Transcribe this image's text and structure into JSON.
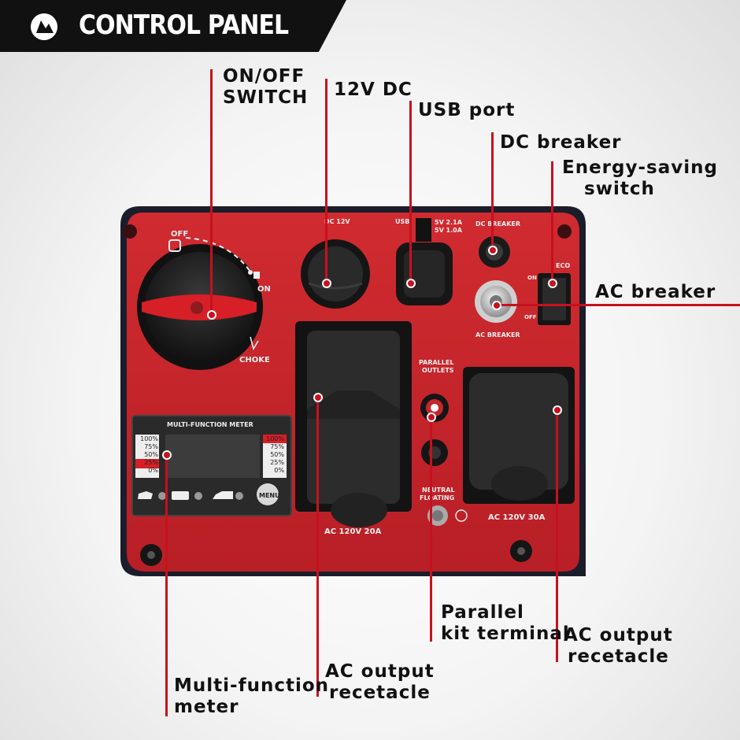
{
  "header": {
    "title": "CONTROL PANEL"
  },
  "callouts": {
    "on_off_switch": [
      "ON/OFF",
      "SWITCH"
    ],
    "dc_12v": "12V DC",
    "usb_port": "USB port",
    "dc_breaker": "DC breaker",
    "energy_saving": [
      "Energy-saving",
      "switch"
    ],
    "ac_breaker": "AC breaker",
    "parallel_kit": [
      "Parallel",
      "kit terminal"
    ],
    "ac_output_right": [
      "AC output",
      "recetacle"
    ],
    "ac_output_left": [
      "AC output",
      "recetacle"
    ],
    "meter": [
      "Multi-function",
      "meter"
    ]
  },
  "panel": {
    "off": "OFF",
    "on": "ON",
    "choke": "CHOKE",
    "dc12v": "DC 12V",
    "usb": "USB",
    "usb_spec": [
      "5V 2.1A",
      "5V 1.0A"
    ],
    "dc_breaker": "DC BREAKER",
    "ac_breaker": "AC BREAKER",
    "eco": "ECO",
    "eco_on": "ON",
    "eco_off": "OFF",
    "parallel_outlets": [
      "PARALLEL",
      "OUTLETS"
    ],
    "neutral_floating": [
      "NEUTRAL",
      "FLOATING"
    ],
    "ac_20a": "AC 120V 20A",
    "ac_30a": "AC 120V 30A",
    "meter_title": "MULTI-FUNCTION METER",
    "meter_left": [
      "100%",
      "75%",
      "50%",
      "25%",
      "0%"
    ],
    "meter_right": [
      "100%",
      "75%",
      "50%",
      "25%",
      "0%"
    ],
    "menu": "MENU"
  },
  "colors": {
    "accent": "#c8101e",
    "panel": "#c4262c",
    "frame": "#1c1d2b"
  }
}
